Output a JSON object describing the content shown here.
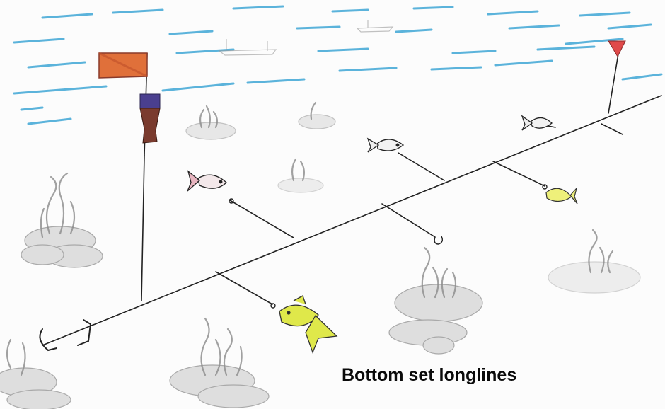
{
  "caption": "Bottom set longlines",
  "colors": {
    "water_strokes": "#3fa7d6",
    "flag_left": "#e0703a",
    "flag_left_edge": "#8a3a2a",
    "float_top": "#4a3f8f",
    "float_body": "#7a3b2e",
    "flag_right": "#e04a4a",
    "line": "#222222",
    "fish_yellow": "#dfe84a",
    "fish_yellow_small": "#eef07a",
    "seabed_pencil": "#9a9a9a"
  },
  "icons": [
    "marker-flag",
    "buoy-float",
    "anchor",
    "fish",
    "hook",
    "seaweed-rock"
  ]
}
